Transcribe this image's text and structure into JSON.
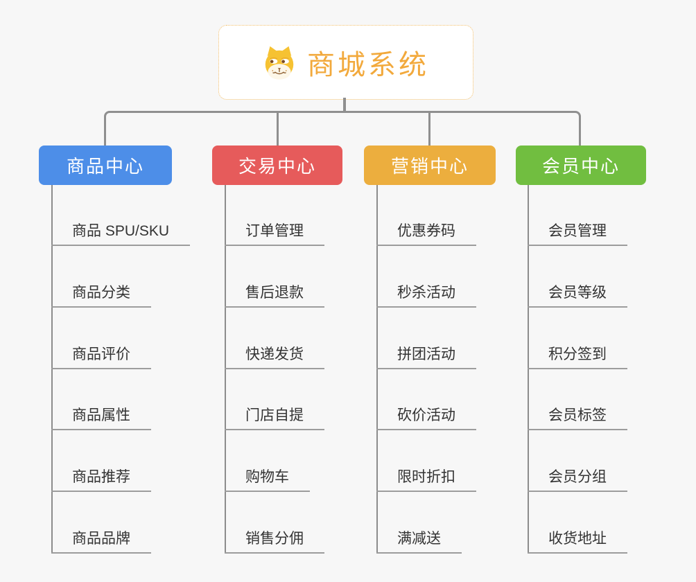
{
  "root": {
    "title": "商城系统",
    "icon": "doge-icon"
  },
  "branches": [
    {
      "label": "商品中心",
      "color": "#4d8ee8",
      "items": [
        "商品 SPU/SKU",
        "商品分类",
        "商品评价",
        "商品属性",
        "商品推荐",
        "商品品牌"
      ]
    },
    {
      "label": "交易中心",
      "color": "#e65b5b",
      "items": [
        "订单管理",
        "售后退款",
        "快递发货",
        "门店自提",
        "购物车",
        "销售分佣"
      ]
    },
    {
      "label": "营销中心",
      "color": "#ecae3e",
      "items": [
        "优惠券码",
        "秒杀活动",
        "拼团活动",
        "砍价活动",
        "限时折扣",
        "满减送"
      ]
    },
    {
      "label": "会员中心",
      "color": "#71be40",
      "items": [
        "会员管理",
        "会员等级",
        "积分签到",
        "会员标签",
        "会员分组",
        "收货地址"
      ]
    }
  ],
  "colors": {
    "background": "#f7f7f7",
    "root_border": "#f2bd66",
    "root_title": "#f2a93c",
    "connector": "#8f8f8f",
    "underline": "#9c9c9c",
    "item_text": "#333333"
  }
}
